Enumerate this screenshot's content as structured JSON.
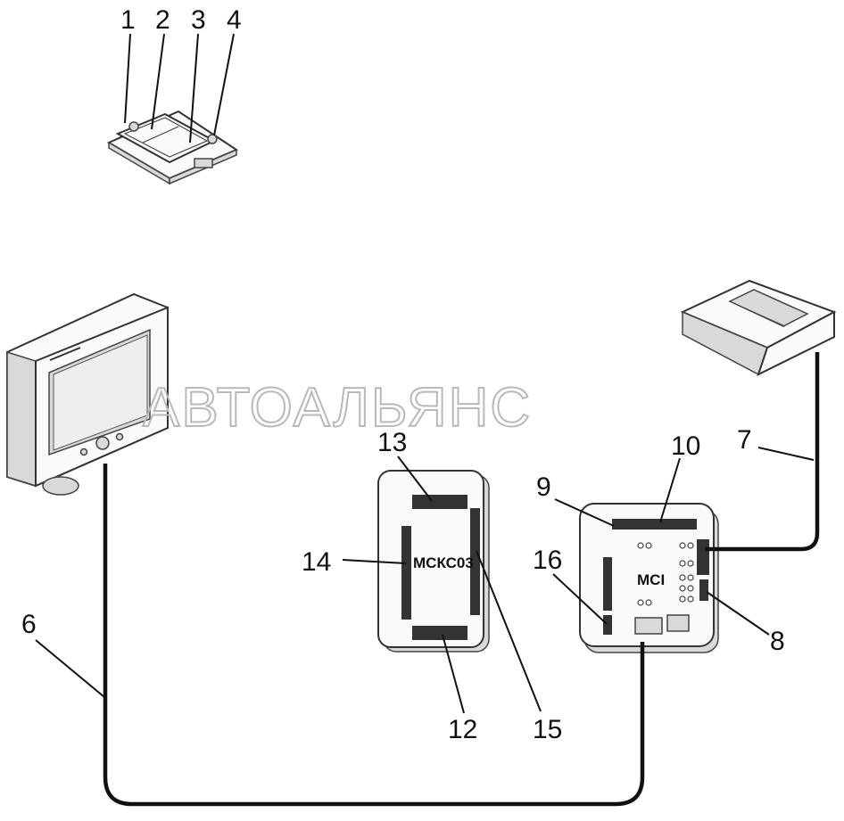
{
  "watermark": "АВТОАЛЬЯНС",
  "modules": {
    "mckc": "МСКС03",
    "mci": "MCI"
  },
  "callouts": {
    "n1": "1",
    "n2": "2",
    "n3": "3",
    "n4": "4",
    "n6": "6",
    "n7": "7",
    "n8": "8",
    "n9": "9",
    "n10": "10",
    "n12": "12",
    "n13": "13",
    "n14": "14",
    "n15": "15",
    "n16": "16"
  }
}
